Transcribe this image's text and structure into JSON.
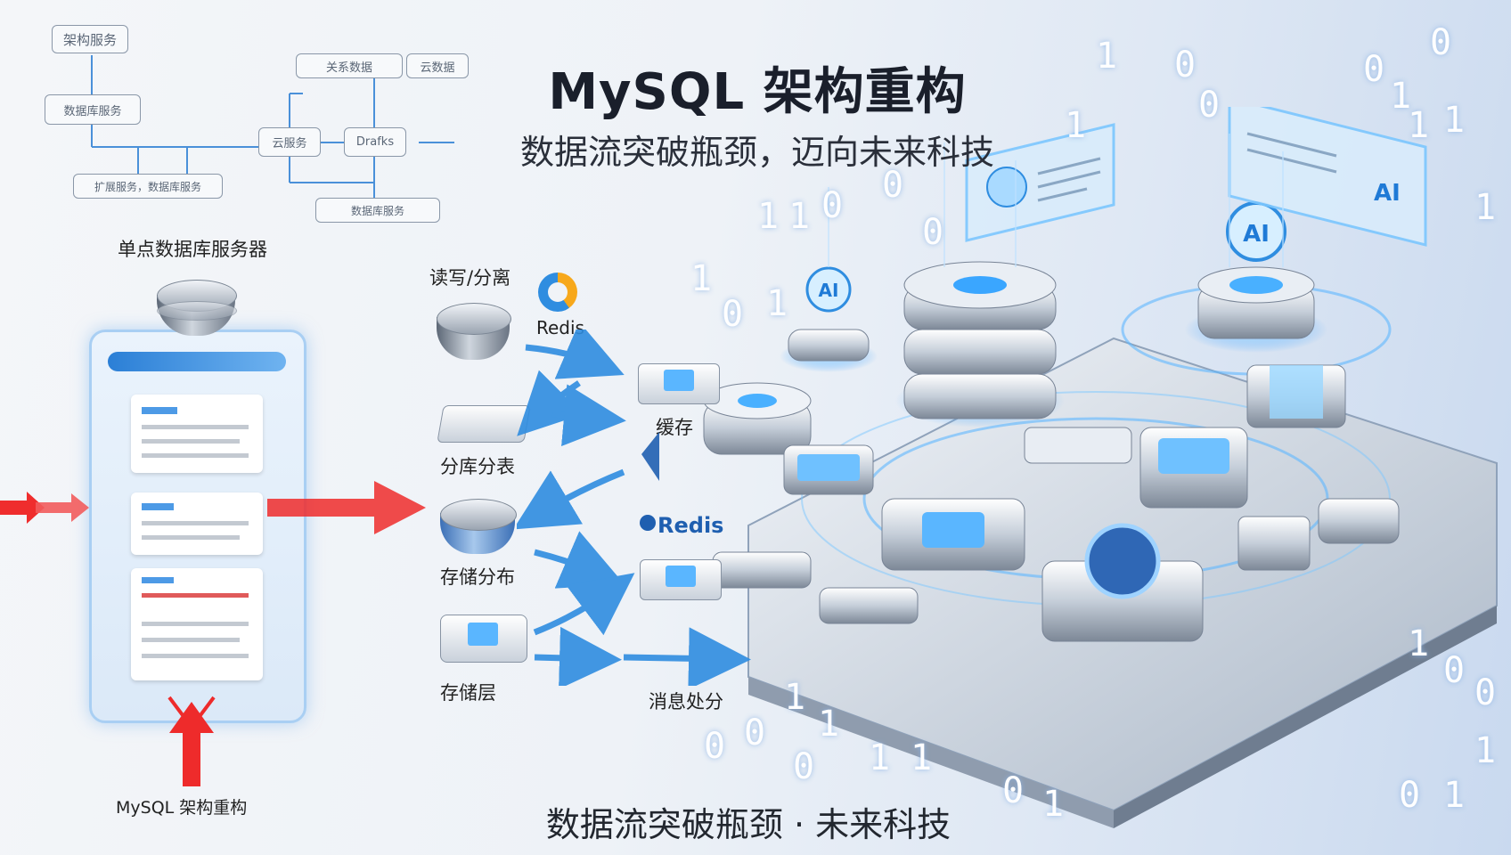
{
  "title": "MySQL 架构重构",
  "subtitle": "数据流突破瓶颈，迈向未来科技",
  "footer": "数据流突破瓶颈 · 未来科技",
  "flowchart": {
    "box1": "架构服务",
    "box2": "数据库服务",
    "box3": "关系数据",
    "box4": "云服务",
    "box5": "Drafks",
    "box6": "云数据",
    "box7": "扩展服务，数据库服务",
    "box8": "数据库服务"
  },
  "left": {
    "label_top": "单点数据库服务器",
    "label_bottom": "MySQL 架构重构"
  },
  "middle": {
    "rw_split": "读写/分离",
    "redis_top": "Redis",
    "cache": "缓存",
    "sharding": "分库分表",
    "redis_logo": "Redis",
    "storage": "存储分布",
    "storage_layer": "存储层",
    "msg": "消息处分"
  },
  "binary": [
    "1",
    "0",
    "0",
    "0",
    "1",
    "0",
    "1",
    "1",
    "1",
    "1",
    "0",
    "1",
    "1",
    "0",
    "0",
    "1",
    "0",
    "1",
    "1",
    "0",
    "0",
    "1",
    "0",
    "1",
    "1",
    "0",
    "1",
    "0",
    "1",
    "1",
    "0",
    "0",
    "1"
  ],
  "colors": {
    "accent": "#2f8de0",
    "arrow_red": "#ee2b2b"
  }
}
